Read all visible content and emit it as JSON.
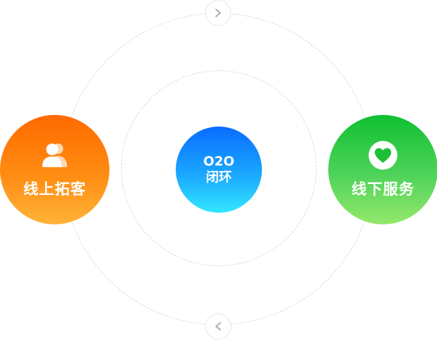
{
  "diagram": {
    "center": {
      "line1": "O2O",
      "line2": "闭环"
    },
    "left_node": {
      "label": "线上拓客",
      "icon": "users-icon",
      "color": "#ff7a00"
    },
    "right_node": {
      "label": "线下服务",
      "icon": "heart-icon",
      "color": "#22c53a"
    },
    "top_arrow": {
      "icon": "chevron-right-icon"
    },
    "bottom_arrow": {
      "icon": "chevron-left-icon"
    }
  }
}
